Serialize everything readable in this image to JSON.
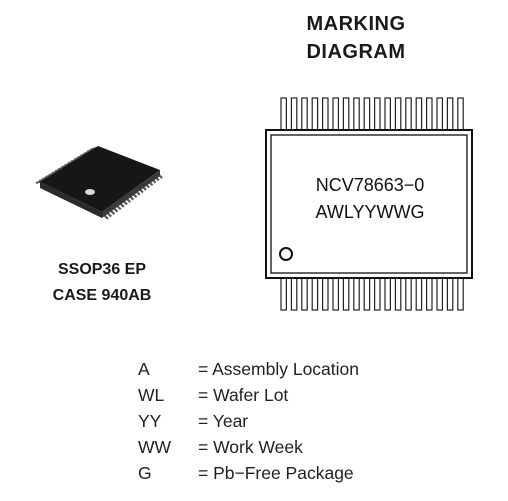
{
  "title": {
    "line1": "MARKING",
    "line2": "DIAGRAM"
  },
  "package": {
    "line1": "SSOP36 EP",
    "line2": "CASE 940AB"
  },
  "marking": {
    "line1": "NCV78663−0",
    "line2": "AWLYYWWG"
  },
  "legend": [
    {
      "code": "A",
      "desc": "= Assembly Location"
    },
    {
      "code": "WL",
      "desc": "= Wafer Lot"
    },
    {
      "code": "YY",
      "desc": "= Year"
    },
    {
      "code": "WW",
      "desc": "= Work Week"
    },
    {
      "code": "G",
      "desc": "= Pb−Free Package"
    }
  ]
}
